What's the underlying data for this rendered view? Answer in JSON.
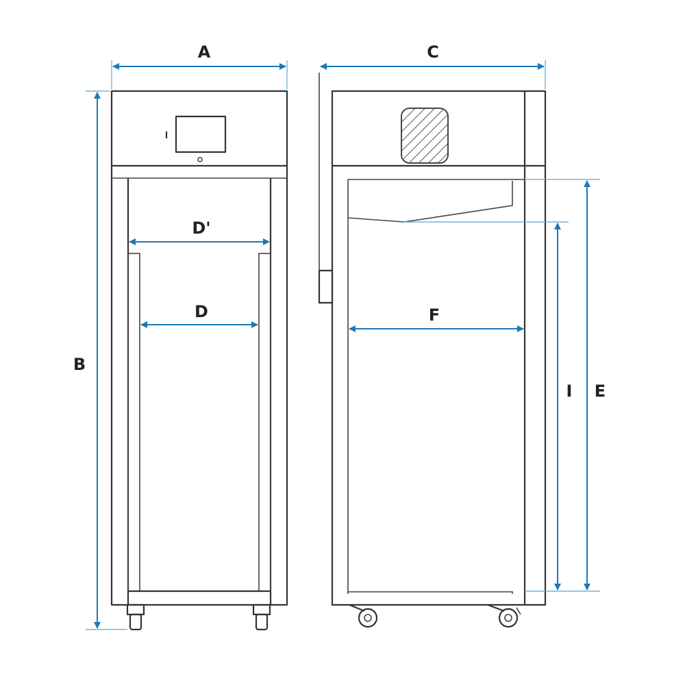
{
  "colors": {
    "dimension": "#1b78b7",
    "outline": "#333333",
    "background": "#ffffff"
  },
  "labels": {
    "a": "A",
    "b": "B",
    "c": "C",
    "d_prime": "D'",
    "d": "D",
    "e": "E",
    "f": "F",
    "i": "I"
  }
}
